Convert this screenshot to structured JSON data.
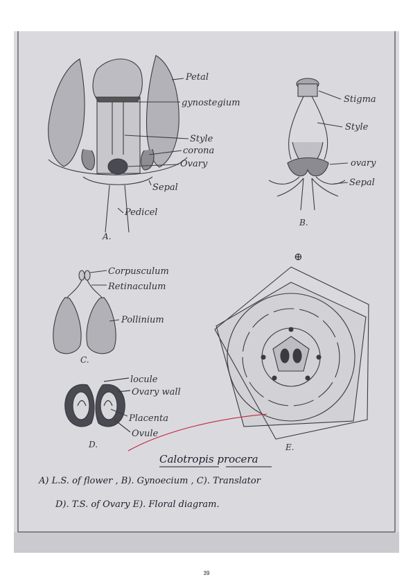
{
  "figure_title": "Calotropis procera",
  "legend": {
    "line1": "A) L.S. of flower ,  B). Gynoecium ,  C). Translator",
    "line2": "D). T.S. of Ovary     E). Floral diagram."
  },
  "panel_a": {
    "label": "A.",
    "parts": [
      "Petal",
      "gynostegium",
      "Style",
      "corona",
      "Ovary",
      "Sepal",
      "Pedicel"
    ]
  },
  "panel_b": {
    "label": "B.",
    "parts": [
      "Stigma",
      "Style",
      "ovary",
      "Sepal"
    ]
  },
  "panel_c": {
    "label": "C.",
    "parts": [
      "Corpusculum",
      "Retinaculum",
      "Pollinium"
    ]
  },
  "panel_d": {
    "label": "D.",
    "parts": [
      "locule",
      "Ovary wall",
      "Placenta",
      "Ovule"
    ]
  },
  "panel_e": {
    "label": "E.",
    "symbol": "⊕"
  },
  "page_number": "39",
  "colors": {
    "paper": "#dad9de",
    "pencil": "#3a3a40",
    "red_line": "#c0263b"
  }
}
